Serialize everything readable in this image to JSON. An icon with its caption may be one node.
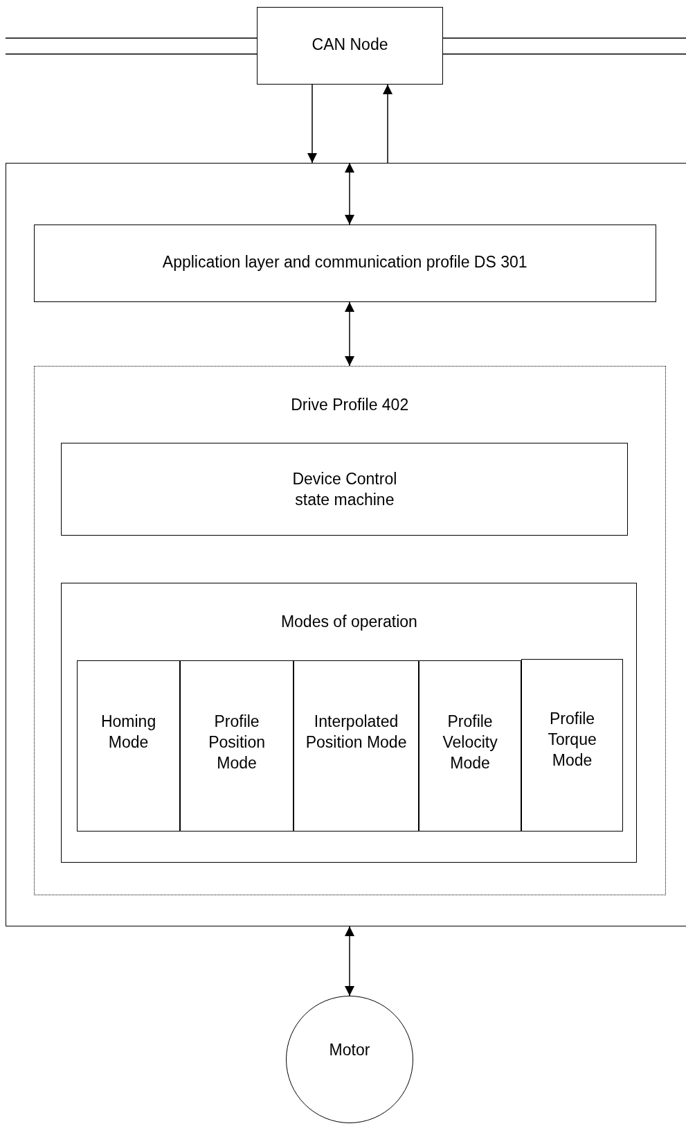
{
  "diagram": {
    "nodes": [
      {
        "text": [
          "CAN Node"
        ]
      },
      {
        "text": [],
        "shape": "box"
      },
      {
        "text": [
          "Application layer and communication profile DS 301"
        ],
        "in": 1
      },
      {
        "text": [
          "Drive Profile 402"
        ],
        "in": 1
      },
      {
        "text": [
          "Device Control state machine"
        ],
        "in": 3
      },
      {
        "text": [
          "Modes of operation"
        ],
        "in": 3
      },
      {
        "text": [
          "Homing Mode"
        ],
        "in": 5
      },
      {
        "text": [
          "Profile Position Mode"
        ],
        "in": 5
      },
      {
        "text": [
          "Interpolated Position Mode"
        ],
        "in": 5
      },
      {
        "text": [
          "Profile Velocity Mode"
        ],
        "in": 5
      },
      {
        "text": [
          "Profile Torque Mode"
        ],
        "in": 5
      },
      {
        "text": [
          "Motor"
        ]
      }
    ],
    "edges": [
      {
        "from": null,
        "to": 0,
        "arrow": "none"
      },
      {
        "from": 0,
        "to": null,
        "arrow": "none"
      },
      {
        "from": 0,
        "to": 1,
        "arrow": "to"
      },
      {
        "from": 1,
        "to": 0,
        "arrow": "to"
      },
      {
        "from": 1,
        "to": 2,
        "arrow": "both"
      },
      {
        "from": 2,
        "to": 3,
        "arrow": "both"
      },
      {
        "from": 1,
        "to": 11,
        "arrow": "both"
      }
    ]
  }
}
